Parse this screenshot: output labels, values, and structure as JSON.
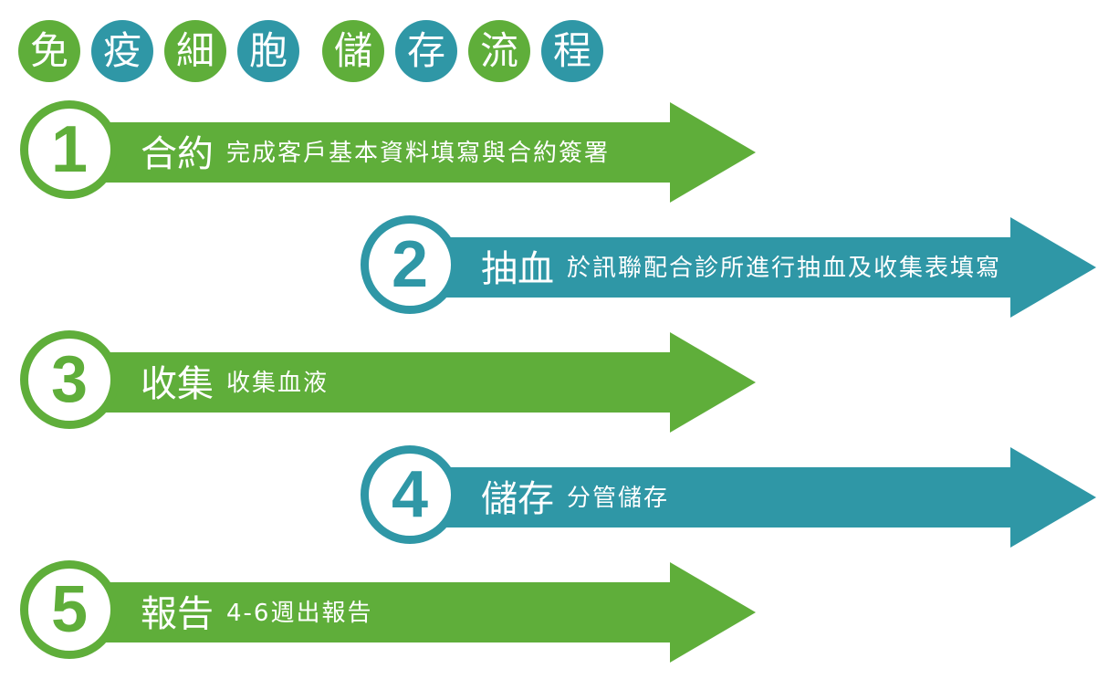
{
  "title": {
    "chars": [
      {
        "text": "免",
        "color": "green"
      },
      {
        "text": "疫",
        "color": "teal"
      },
      {
        "text": "細",
        "color": "green"
      },
      {
        "text": "胞",
        "color": "teal"
      },
      {
        "text": "儲",
        "color": "green"
      },
      {
        "text": "存",
        "color": "teal"
      },
      {
        "text": "流",
        "color": "green"
      },
      {
        "text": "程",
        "color": "teal"
      }
    ]
  },
  "colors": {
    "green": "#5fae3a",
    "teal": "#2f97a6"
  },
  "steps": [
    {
      "number": "1",
      "title": "合約",
      "desc": "完成客戶基本資料填寫與合約簽署",
      "color": "green"
    },
    {
      "number": "2",
      "title": "抽血",
      "desc": "於訊聯配合診所進行抽血及收集表填寫",
      "color": "teal"
    },
    {
      "number": "3",
      "title": "收集",
      "desc": "收集血液",
      "color": "green"
    },
    {
      "number": "4",
      "title": "儲存",
      "desc": "分管儲存",
      "color": "teal"
    },
    {
      "number": "5",
      "title": "報告",
      "desc": "4-6週出報告",
      "color": "green"
    }
  ]
}
